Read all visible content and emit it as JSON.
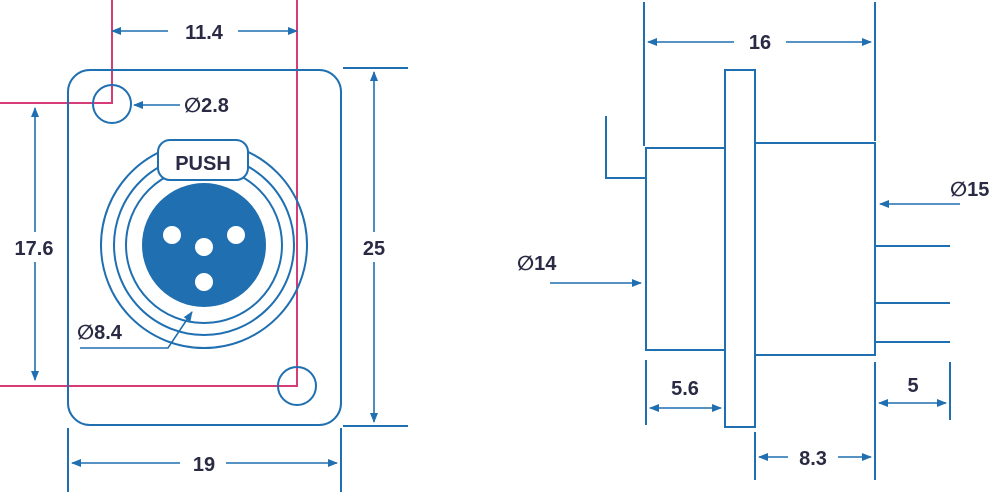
{
  "front_view": {
    "dim_pin_spacing": "11.4",
    "dim_hole_diameter": "∅2.8",
    "label_push": "PUSH",
    "dim_vertical_hole_spacing": "17.6",
    "dim_height": "25",
    "dim_inner_diameter": "∅8.4",
    "dim_width": "19"
  },
  "side_view": {
    "dim_total_depth": "16",
    "dim_rear_diameter": "∅15",
    "dim_front_diameter": "∅14",
    "dim_front_depth": "5.6",
    "dim_pin_length": "5",
    "dim_rear_depth": "8.3"
  },
  "colors": {
    "line": "#1f6fb1",
    "accent_fill": "#1f6fb1",
    "pink_lines": "#d63c78",
    "text": "#2a2a45"
  }
}
